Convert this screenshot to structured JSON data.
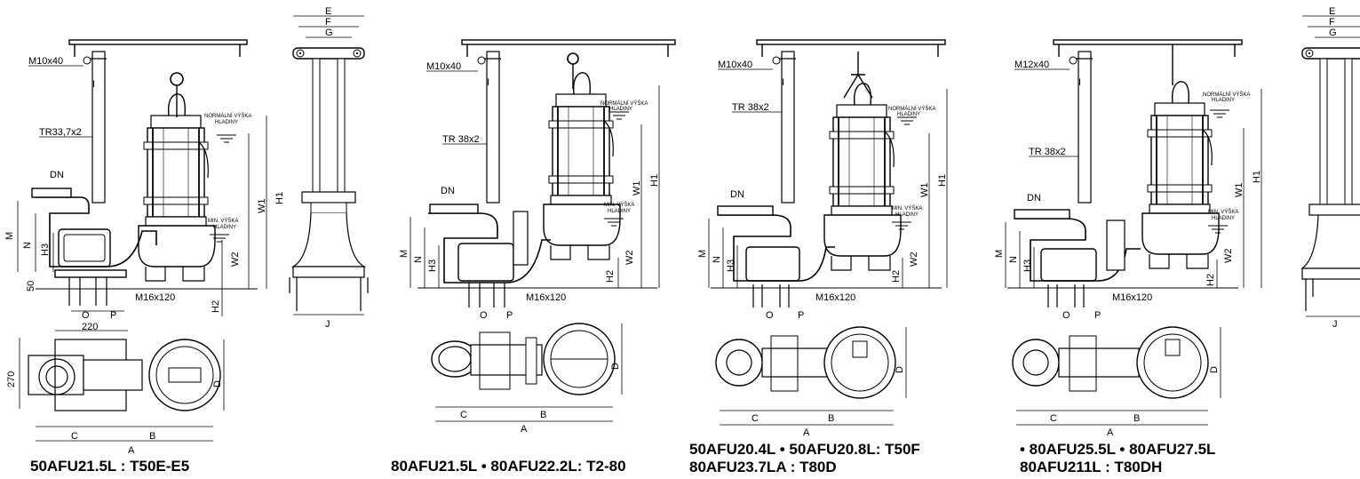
{
  "drawings": [
    {
      "id": "d1",
      "dims": {
        "anchor": "M10x40",
        "pipe": "TR33,7x2",
        "dn": "DN",
        "m": "M",
        "n": "N",
        "h3": "H3",
        "base": "50",
        "bolt": "M16x120",
        "h2": "H2",
        "o": "O",
        "p": "P",
        "i": "I",
        "w1": "W1",
        "w2": "W2",
        "h1": "H1",
        "normal": "NORMÁLNÍ VÝŠKA",
        "normal2": "HLADINY",
        "min": "MIN. VÝŠKA",
        "min2": "HLADINY"
      },
      "plan": {
        "width": "220",
        "depth": "270",
        "a": "A",
        "b": "B",
        "c": "C",
        "d": "D"
      }
    },
    {
      "id": "d2",
      "dims": {
        "anchor": "M10x40",
        "pipe": "TR 38x2",
        "dn": "DN",
        "m": "M",
        "n": "N",
        "h3": "H3",
        "bolt": "M16x120",
        "h2": "H2",
        "o": "O",
        "p": "P",
        "i": "I",
        "w1": "W1",
        "w2": "W2",
        "h1": "H1",
        "normal": "NORMÁLNÍ VÝŠKA",
        "normal2": "HLADINY",
        "min": "MIN. VÝŠKA",
        "min2": "HLADINY"
      },
      "plan": {
        "a": "A",
        "b": "B",
        "c": "C",
        "d": "D"
      }
    },
    {
      "id": "d3",
      "dims": {
        "anchor": "M10x40",
        "pipe": "TR 38x2",
        "dn": "DN",
        "m": "M",
        "n": "N",
        "h3": "H3",
        "bolt": "M16x120",
        "h2": "H2",
        "o": "O",
        "p": "P",
        "i": "I",
        "w1": "W1",
        "w2": "W2",
        "h1": "H1",
        "normal": "NORMÁLNÍ VÝŠKA",
        "normal2": "HLADINY",
        "min": "MIN. VÝŠKA",
        "min2": "HLADINY"
      },
      "plan": {
        "a": "A",
        "b": "B",
        "c": "C",
        "d": "D"
      }
    },
    {
      "id": "d4",
      "dims": {
        "anchor": "M12x40",
        "pipe": "TR 38x2",
        "dn": "DN",
        "m": "M",
        "n": "N",
        "h3": "H3",
        "bolt": "M16x120",
        "h2": "H2",
        "o": "O",
        "p": "P",
        "i": "I",
        "w1": "W1",
        "w2": "W2",
        "h1": "H1",
        "normal": "NORMÁLNÍ VÝŠKA",
        "normal2": "HLADINY",
        "min": "MIN. VÝŠKA",
        "min2": "HLADINY"
      },
      "plan": {
        "a": "A",
        "b": "B",
        "c": "C",
        "d": "D"
      }
    }
  ],
  "side_views": [
    {
      "e": "E",
      "f": "F",
      "g": "G",
      "j": "J"
    },
    {
      "e": "E",
      "f": "F",
      "g": "G",
      "j": "J"
    }
  ],
  "captions": [
    {
      "lines": [
        "50AFU21.5L : T50E-E5"
      ]
    },
    {
      "lines": [
        "80AFU21.5L • 80AFU22.2L: T2-80"
      ]
    },
    {
      "lines": [
        "50AFU20.4L • 50AFU20.8L: T50F",
        "80AFU23.7LA : T80D"
      ]
    },
    {
      "lines": [
        "• 80AFU25.5L  • 80AFU27.5L",
        "80AFU211L : T80DH"
      ]
    }
  ]
}
